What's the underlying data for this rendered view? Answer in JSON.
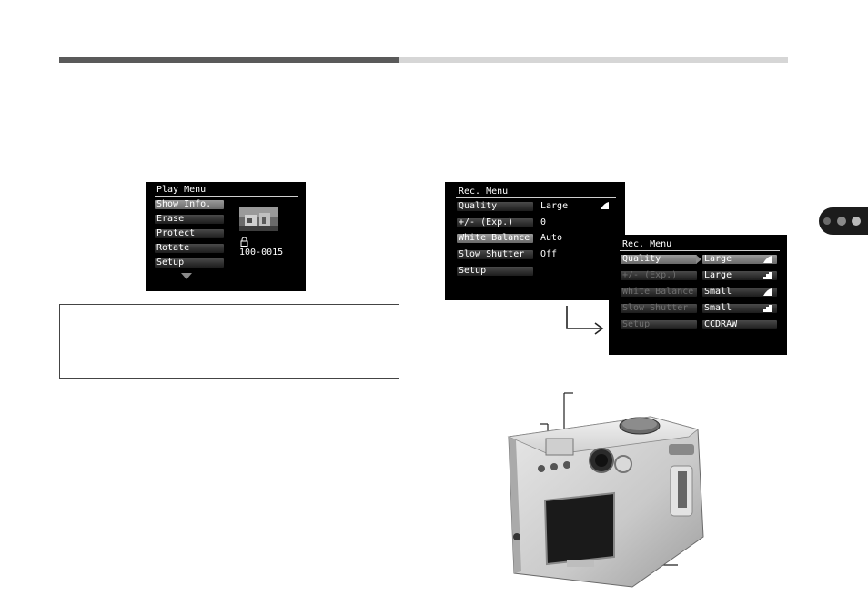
{
  "play_menu": {
    "title": "Play Menu",
    "items": [
      "Show Info.",
      "Erase",
      "Protect",
      "Rotate",
      "Setup"
    ],
    "file_number": "100-0015",
    "icons": {
      "lock": "lock-icon",
      "more": "triangle-down-icon",
      "thumbnail": "photo-thumbnail"
    }
  },
  "rec_menu_1": {
    "title": "Rec. Menu",
    "rows": [
      {
        "label": "Quality",
        "value": "Large"
      },
      {
        "label": "+/- (Exp.)",
        "value": "0"
      },
      {
        "label": "White Balance",
        "value": "Auto"
      },
      {
        "label": "Slow Shutter",
        "value": "Off"
      },
      {
        "label": "Setup",
        "value": ""
      }
    ]
  },
  "rec_menu_2": {
    "title": "Rec. Menu",
    "rows": [
      {
        "label": "Quality",
        "value": "Large"
      },
      {
        "label": "+/- (Exp.)",
        "value": "Large"
      },
      {
        "label": "White Balance",
        "value": "Small"
      },
      {
        "label": "Slow Shutter",
        "value": "Small"
      },
      {
        "label": "Setup",
        "value": "CCDRAW"
      }
    ]
  },
  "colors": {
    "rule_dark": "#5a5a5a",
    "rule_light": "#d6d6d6",
    "lcd_bg": "#000000",
    "tab": "#1c1c1c"
  }
}
